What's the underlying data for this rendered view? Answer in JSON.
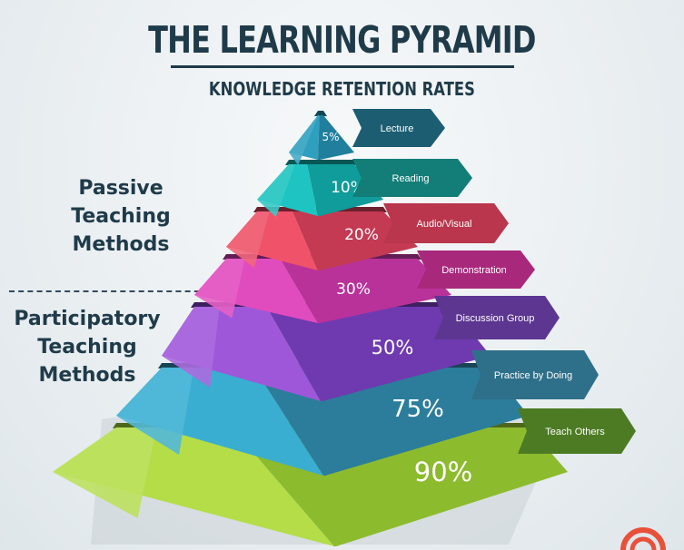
{
  "title": "THE LEARNING PYRAMID",
  "subtitle": "KNOWLEDGE RETENTION RATES",
  "groups": {
    "passive": [
      "Passive",
      "Teaching",
      "Methods"
    ],
    "participatory": [
      "Participatory",
      "Teaching",
      "Methods"
    ]
  },
  "levels": [
    {
      "percent": "5%",
      "label": "Lecture",
      "color": "#1d5d72"
    },
    {
      "percent": "10%",
      "label": "Reading",
      "color": "#137d78"
    },
    {
      "percent": "20%",
      "label": "Audio/Visual",
      "color": "#b9364c"
    },
    {
      "percent": "30%",
      "label": "Demonstration",
      "color": "#a8287c"
    },
    {
      "percent": "50%",
      "label": "Discussion Group",
      "color": "#5c3691"
    },
    {
      "percent": "75%",
      "label": "Practice by Doing",
      "color": "#2e6f89"
    },
    {
      "percent": "90%",
      "label": "Teach Others",
      "color": "#4d7b23"
    }
  ]
}
